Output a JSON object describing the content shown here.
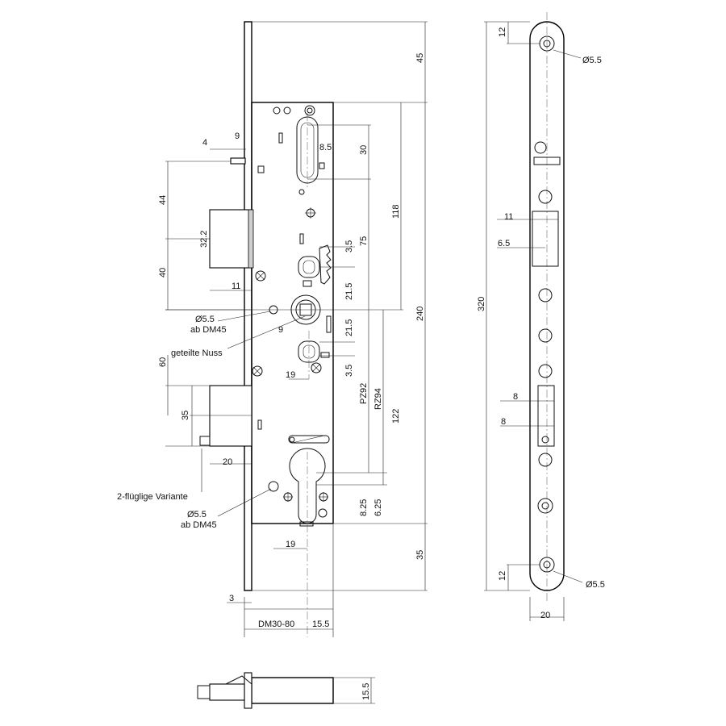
{
  "drawing": {
    "dims_front": {
      "d45": "45",
      "d9": "9",
      "d4": "4",
      "d30": "30",
      "d8_5": "8.5",
      "d118": "118",
      "d44": "44",
      "d32_2": "32.2",
      "d3_5a": "3.5",
      "d75": "75",
      "d40": "40",
      "d11": "11",
      "d21_5a": "21.5",
      "d240": "240",
      "dia_a1": "Ø5.5",
      "dia_a2": "ab DM45",
      "d9b": "9",
      "d21_5b": "21.5",
      "geteilte": "geteilte Nuss",
      "d60": "60",
      "d19a": "19",
      "d3_5b": "3.5",
      "pz92": "PZ92",
      "rz94": "RZ94",
      "d35a": "35",
      "d122": "122",
      "d20": "20",
      "variante": "2-flüglige Variante",
      "d8_25": "8.25",
      "d6_25": "6.25",
      "dia_b1": "Ø5.5",
      "dia_b2": "ab DM45",
      "d19b": "19",
      "d35b": "35",
      "d3": "3",
      "dm": "DM30-80",
      "d15_5a": "15.5",
      "d15_5b": "15.5"
    },
    "dims_side": {
      "d12a": "12",
      "dia_top": "Ø5.5",
      "d11": "11",
      "d6_5": "6.5",
      "d320": "320",
      "d8a": "8",
      "d8b": "8",
      "d12b": "12",
      "dia_bot": "Ø5.5",
      "d20": "20"
    }
  }
}
